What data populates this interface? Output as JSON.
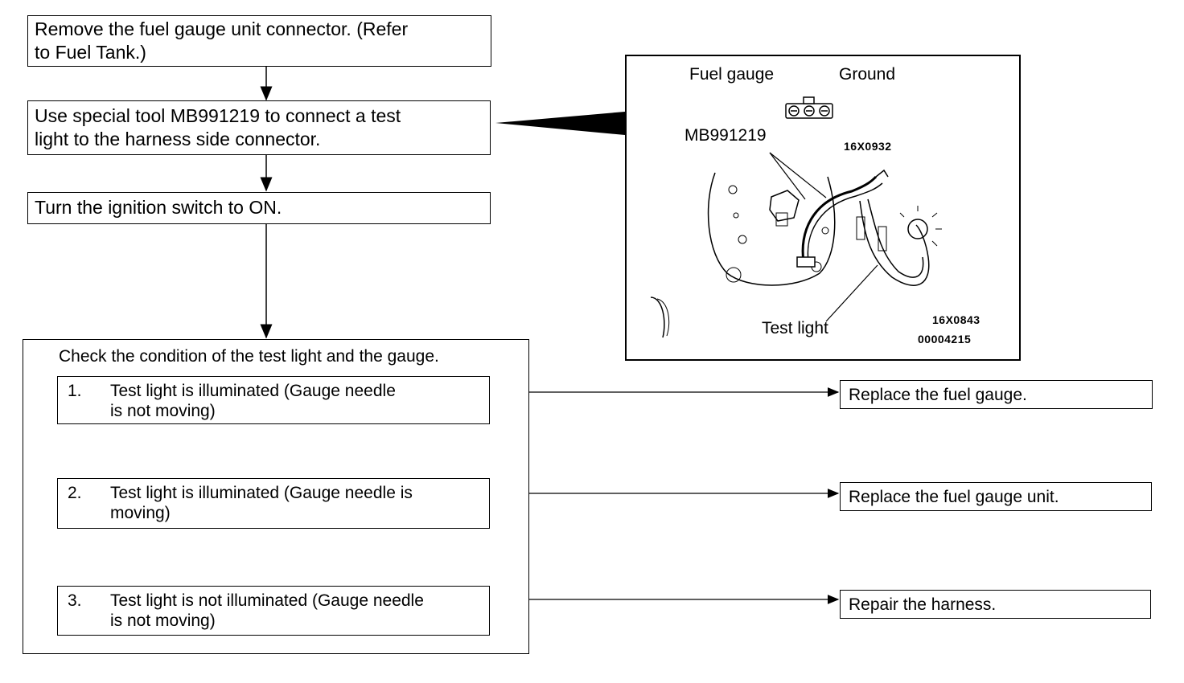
{
  "flow": {
    "step1": "Remove the fuel gauge unit connector. (Refer\nto Fuel Tank.)",
    "step2": "Use special tool MB991219 to connect a test\nlight to the harness side connector.",
    "step3": "Turn the ignition switch to ON.",
    "check_title": "Check the condition of the test light and the gauge.",
    "conditions": [
      {
        "num": "1.",
        "text": "Test light is illuminated (Gauge needle\nis not moving)",
        "result": "Replace the fuel gauge."
      },
      {
        "num": "2.",
        "text": "Test light is illuminated (Gauge needle is\nmoving)",
        "result": "Replace the fuel gauge unit."
      },
      {
        "num": "3.",
        "text": "Test light is not illuminated (Gauge needle\nis not moving)",
        "result": "Repair the harness."
      }
    ]
  },
  "figure": {
    "label_fuel_gauge": "Fuel gauge",
    "label_ground": "Ground",
    "label_tool": "MB991219",
    "label_test_light": "Test light",
    "code_top": "16X0932",
    "code_bottom1": "16X0843",
    "code_bottom2": "00004215"
  }
}
